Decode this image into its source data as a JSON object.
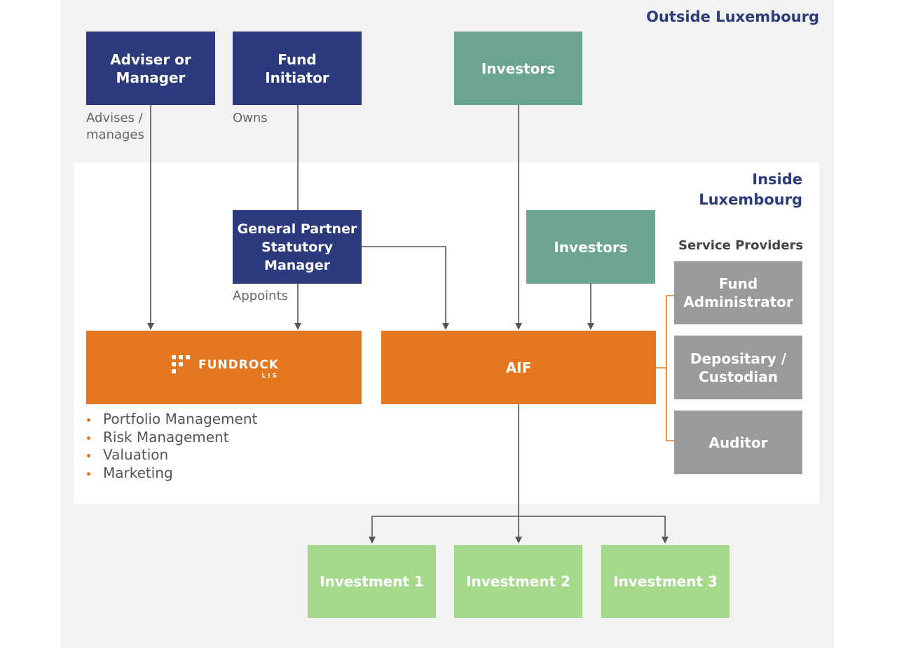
{
  "regions": {
    "outside": "Outside Luxembourg",
    "inside": "Inside\nLuxembourg"
  },
  "boxes": {
    "adviser": "Adviser or\nManager",
    "fund_initiator": "Fund\nInitiator",
    "investors_outside": "Investors",
    "general_partner": "General Partner\nStatutory\nManager",
    "investors_inside": "Investors",
    "aif": "AIF",
    "fund_administrator": "Fund\nAdministrator",
    "depositary": "Depositary /\nCustodian",
    "auditor": "Auditor",
    "investment_1": "Investment 1",
    "investment_2": "Investment 2",
    "investment_3": "Investment 3"
  },
  "logo": {
    "word": "FUNDROCK",
    "sub": "LIS"
  },
  "notes": {
    "advises": "Advises /\nmanages",
    "owns": "Owns",
    "appoints": "Appoints"
  },
  "service_providers_label": "Service Providers",
  "services": [
    "Portfolio Management",
    "Risk Management",
    "Valuation",
    "Marketing"
  ],
  "colors": {
    "navy": "#2b3a7c",
    "teal": "#6ba48f",
    "orange": "#e4761f",
    "gray": "#9a9a9a",
    "light_green": "#a5d98b",
    "heading": "#2c3b7a"
  }
}
